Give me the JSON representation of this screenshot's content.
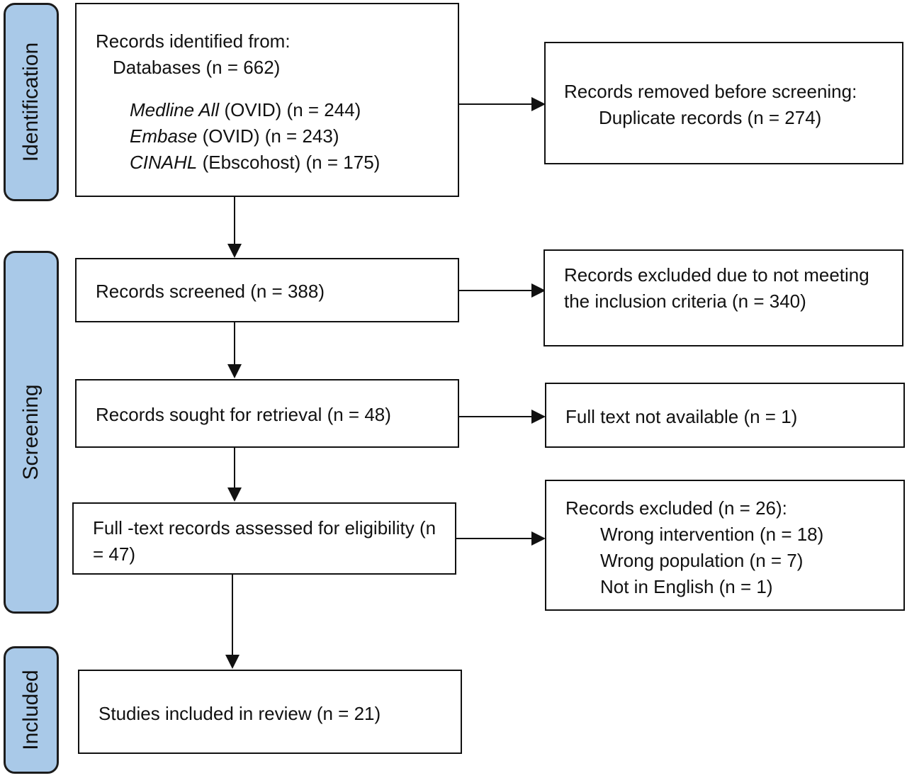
{
  "stages": {
    "identification": "Identification",
    "screening": "Screening",
    "included": "Included"
  },
  "identified": {
    "heading": "Records identified from:",
    "databases": "Databases (n = 662)",
    "sources": [
      {
        "name": "Medline All",
        "detail": " (OVID) (n = 244)"
      },
      {
        "name": "Embase",
        "detail": " (OVID) (n = 243)"
      },
      {
        "name": "CINAHL",
        "detail": " (Ebscohost) (n = 175)"
      }
    ]
  },
  "removed": {
    "heading": "Records removed before screening:",
    "duplicates": "Duplicate records (n = 274)"
  },
  "screened": "Records screened (n = 388)",
  "excluded_criteria": "Records excluded due to not meeting the inclusion criteria (n = 340)",
  "sought": "Records sought for retrieval (n = 48)",
  "not_available": "Full text not available (n = 1)",
  "assessed": "Full -text records assessed for eligibility (n = 47)",
  "excluded_reasons": {
    "heading": "Records excluded (n = 26):",
    "items": [
      "Wrong intervention (n = 18)",
      "Wrong population (n = 7)",
      "Not in English (n = 1)"
    ]
  },
  "included_studies": "Studies included in review (n = 21)"
}
